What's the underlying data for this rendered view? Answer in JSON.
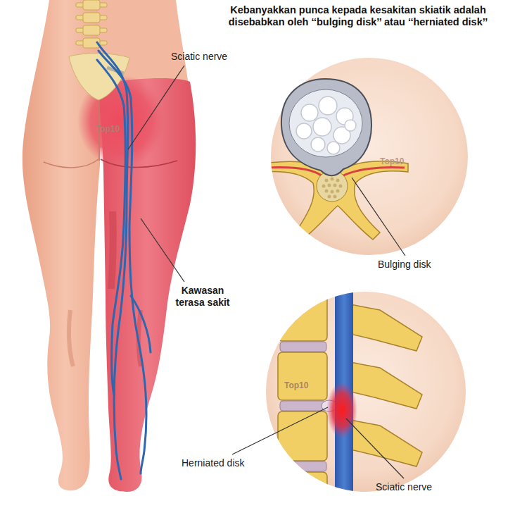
{
  "diagram": {
    "title": "Kebanyakkan punca kepada kesakitan skiatik adalah disebabkan oleh ‘‘bulging disk’’ atau ‘‘herniated disk’’",
    "labels": [
      "Sciatic nerve",
      "Kawasan terasa sakit",
      "Bulging disk",
      "Herniated disk",
      "Sciatic nerve",
      "Top10",
      "Top10",
      "Top10"
    ]
  }
}
